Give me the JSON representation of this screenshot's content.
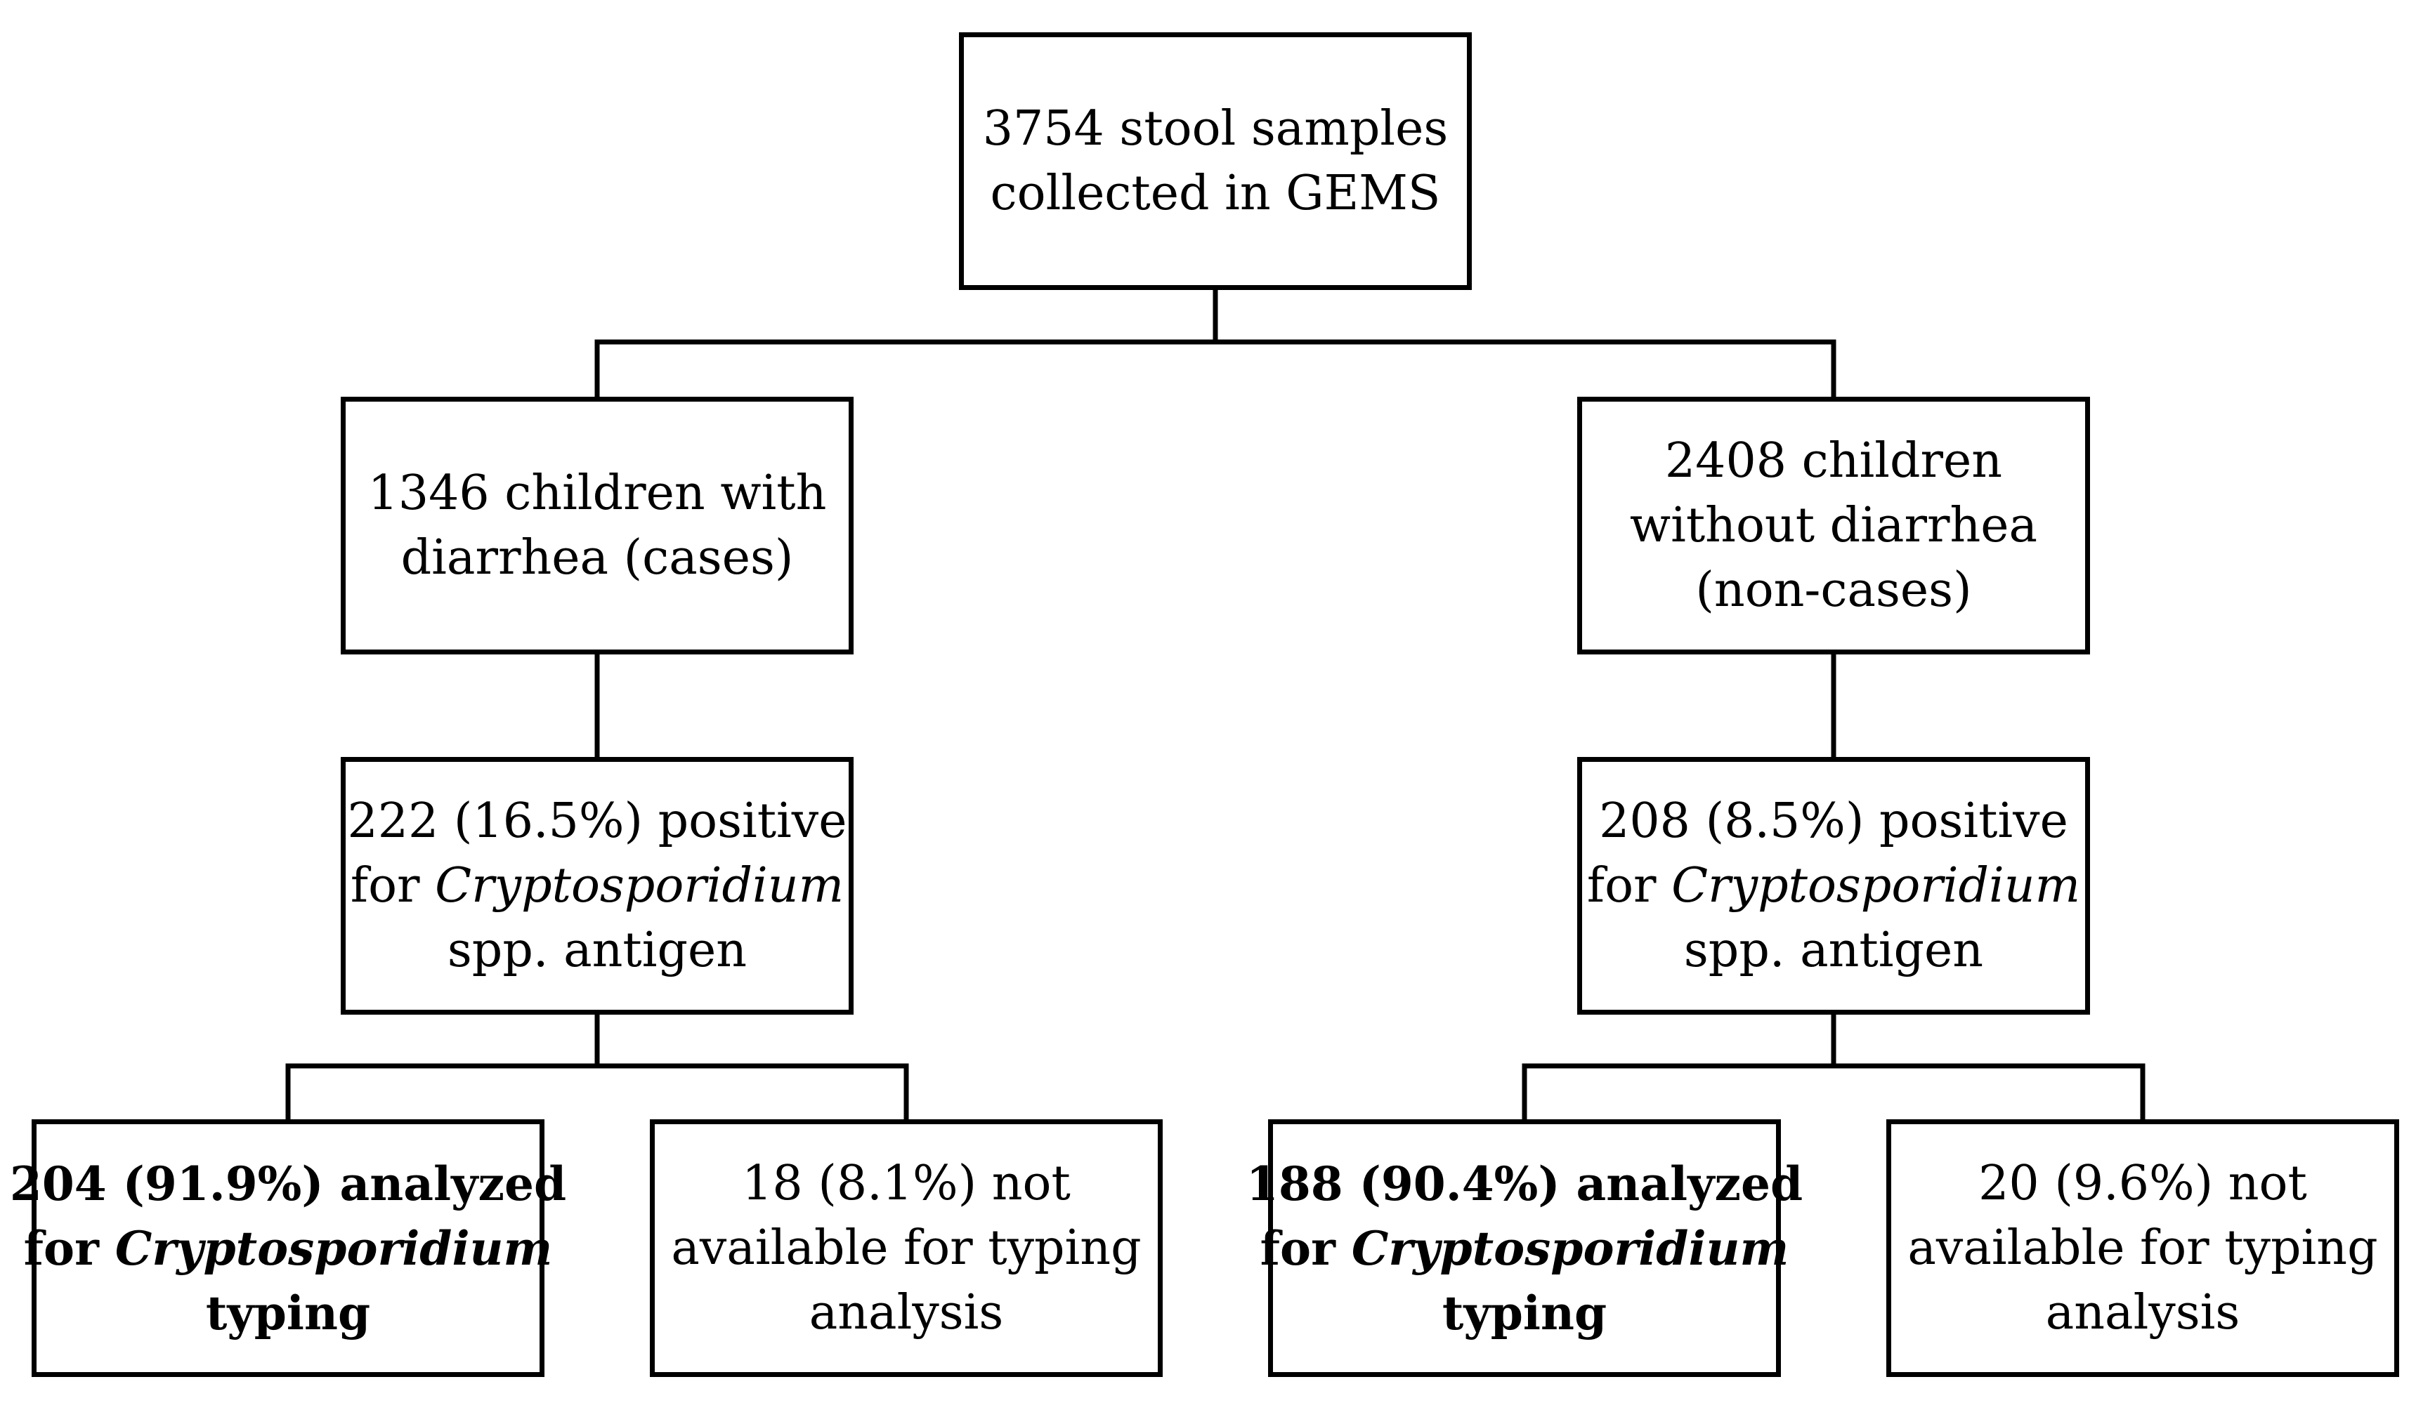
{
  "flowchart": {
    "root": {
      "lines": [
        "3754 stool samples",
        "collected in GEMS"
      ]
    },
    "cases": {
      "lines": [
        "1346 children with",
        "diarrhea (cases)"
      ]
    },
    "noncases": {
      "lines": [
        "2408 children",
        "without diarrhea",
        "(non-cases)"
      ]
    },
    "positive_cases": {
      "line1": "222 (16.5%) positive",
      "line2_prefix": "for ",
      "line2_italic": "Cryptosporidium",
      "line3": "spp. antigen"
    },
    "positive_noncases": {
      "line1": "208 (8.5%) positive",
      "line2_prefix": "for ",
      "line2_italic": "Cryptosporidium",
      "line3": "spp. antigen"
    },
    "analyzed_cases": {
      "line1": "204 (91.9%) analyzed",
      "line2_prefix": "for ",
      "line2_italic": "Cryptosporidium",
      "line3": "typing"
    },
    "not_available_cases": {
      "lines": [
        "18 (8.1%) not",
        "available for typing",
        "analysis"
      ]
    },
    "analyzed_noncases": {
      "line1": "188 (90.4%) analyzed",
      "line2_prefix": "for ",
      "line2_italic": "Cryptosporidium",
      "line3": "typing"
    },
    "not_available_noncases": {
      "lines": [
        "20 (9.6%) not",
        "available for typing",
        "analysis"
      ]
    }
  }
}
